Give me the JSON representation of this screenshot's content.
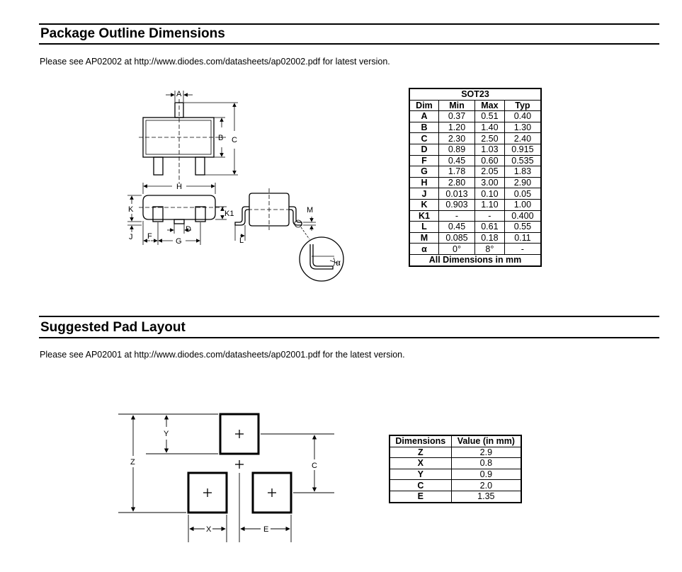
{
  "package_section": {
    "title": "Package Outline Dimensions",
    "note": "Please see AP02002 at http://www.diodes.com/datasheets/ap02002.pdf for latest version."
  },
  "pad_section": {
    "title": "Suggested Pad Layout",
    "note": "Please see AP02001 at http://www.diodes.com/datasheets/ap02001.pdf for the latest version."
  },
  "package_drawing_labels": {
    "A": "A",
    "B": "B",
    "C": "C",
    "H": "H",
    "K": "K",
    "K1": "K1",
    "D": "D",
    "J": "J",
    "F": "F",
    "G": "G",
    "L": "L",
    "M": "M",
    "alpha": "α"
  },
  "sot23_table": {
    "title": "SOT23",
    "headers": [
      "Dim",
      "Min",
      "Max",
      "Typ"
    ],
    "rows": [
      [
        "A",
        "0.37",
        "0.51",
        "0.40"
      ],
      [
        "B",
        "1.20",
        "1.40",
        "1.30"
      ],
      [
        "C",
        "2.30",
        "2.50",
        "2.40"
      ],
      [
        "D",
        "0.89",
        "1.03",
        "0.915"
      ],
      [
        "F",
        "0.45",
        "0.60",
        "0.535"
      ],
      [
        "G",
        "1.78",
        "2.05",
        "1.83"
      ],
      [
        "H",
        "2.80",
        "3.00",
        "2.90"
      ],
      [
        "J",
        "0.013",
        "0.10",
        "0.05"
      ],
      [
        "K",
        "0.903",
        "1.10",
        "1.00"
      ],
      [
        "K1",
        "-",
        "-",
        "0.400"
      ],
      [
        "L",
        "0.45",
        "0.61",
        "0.55"
      ],
      [
        "M",
        "0.085",
        "0.18",
        "0.11"
      ],
      [
        "α",
        "0°",
        "8°",
        "-"
      ]
    ],
    "footer": "All Dimensions in mm"
  },
  "pad_drawing_labels": {
    "Y": "Y",
    "Z": "Z",
    "C": "C",
    "X": "X",
    "E": "E"
  },
  "pad_table": {
    "headers": [
      "Dimensions",
      "Value (in mm)"
    ],
    "rows": [
      [
        "Z",
        "2.9"
      ],
      [
        "X",
        "0.8"
      ],
      [
        "Y",
        "0.9"
      ],
      [
        "C",
        "2.0"
      ],
      [
        "E",
        "1.35"
      ]
    ]
  }
}
